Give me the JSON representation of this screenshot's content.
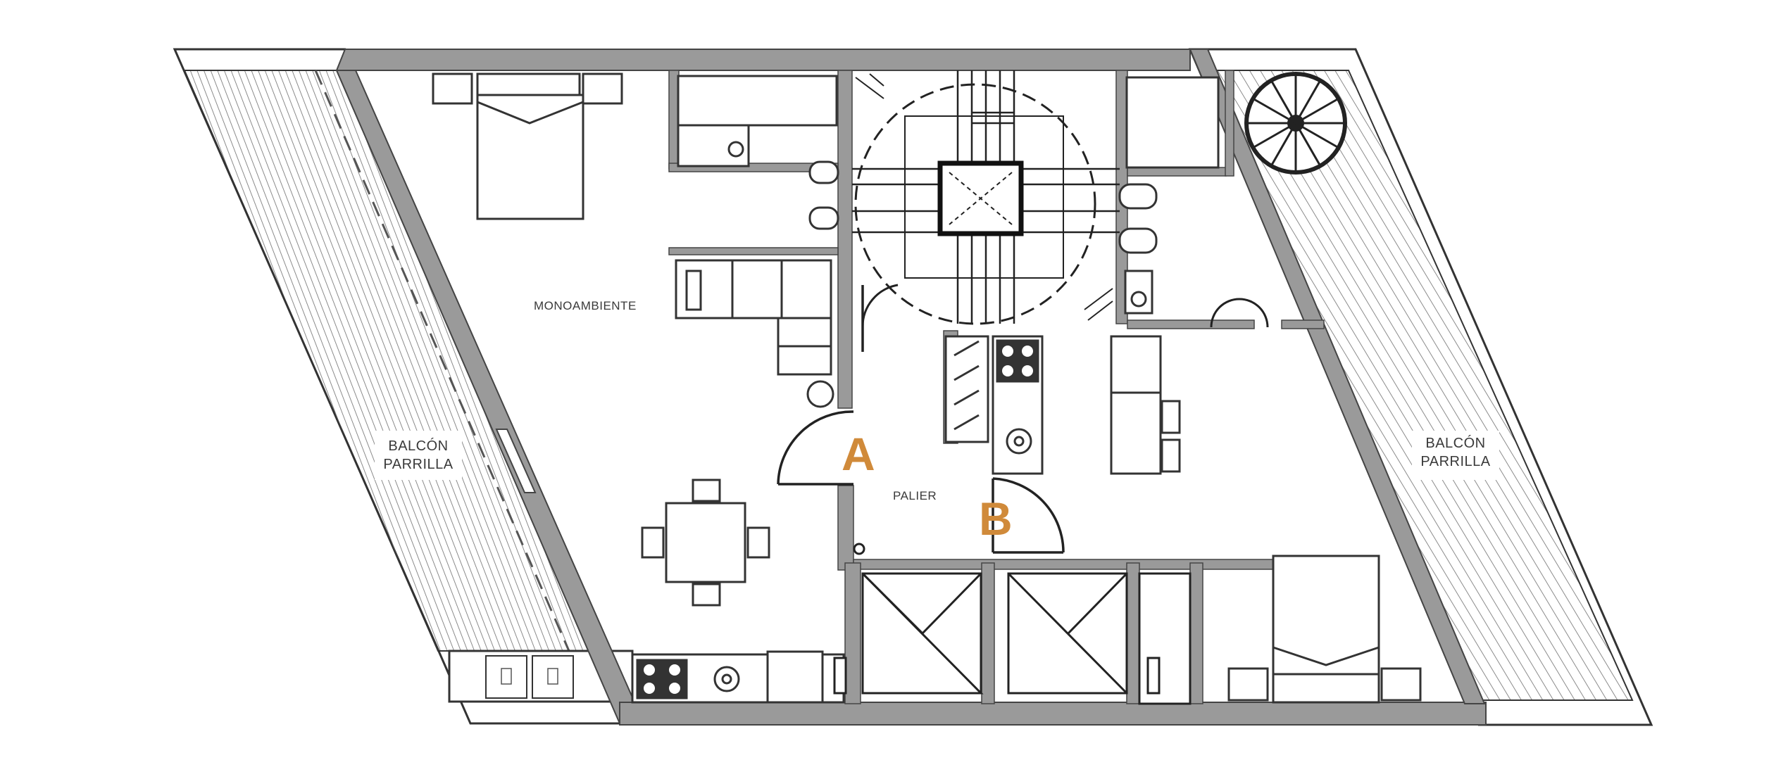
{
  "labels": {
    "monoambiente": "MONOAMBIENTE",
    "palier": "PALIER",
    "balcon_left_line1": "BALCÓN",
    "balcon_left_line2": "PARRILLA",
    "balcon_right_line1": "BALCÓN",
    "balcon_right_line2": "PARRILLA"
  },
  "units": {
    "a": "A",
    "b": "B"
  },
  "colors": {
    "wall": "#9a9a9a",
    "line": "#333333",
    "unit_letter": "#d08a3a",
    "balcony_hatch": "#6e6e6e"
  }
}
